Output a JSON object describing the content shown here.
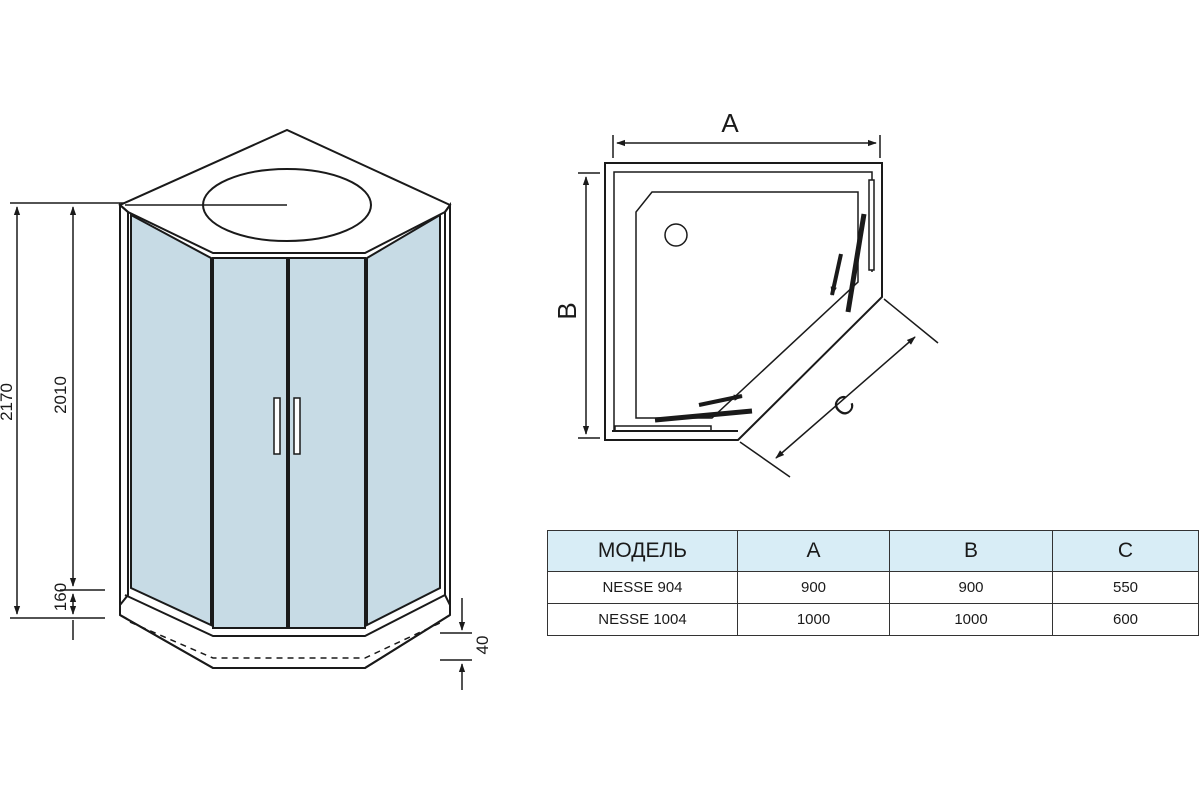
{
  "front_view": {
    "dimensions": {
      "total_height": "2170",
      "cabin_height": "2010",
      "tray_height": "160",
      "tray_step": "40"
    }
  },
  "plan_view": {
    "labels": {
      "a": "A",
      "b": "B",
      "c": "C"
    }
  },
  "spec_table": {
    "headers": {
      "model": "МОДЕЛЬ",
      "a": "A",
      "b": "B",
      "c": "C"
    },
    "rows": [
      {
        "model": "NESSE 904",
        "a": "900",
        "b": "900",
        "c": "550"
      },
      {
        "model": "NESSE 1004",
        "a": "1000",
        "b": "1000",
        "c": "600"
      }
    ]
  },
  "colors": {
    "glass": "#c7dbe5",
    "header_fill": "#d8edf6",
    "line": "#1a1a1a"
  }
}
